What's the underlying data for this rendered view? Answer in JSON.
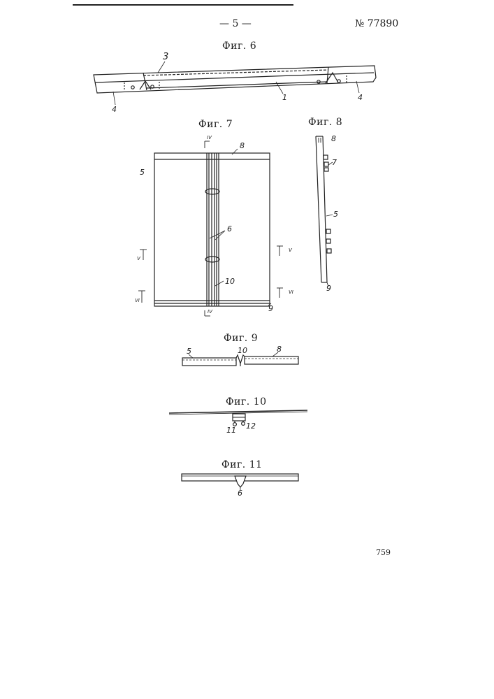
{
  "header": {
    "page_number": "— 5 —",
    "patent_number": "№ 77890"
  },
  "footer": {
    "page_code": "759"
  },
  "figures": {
    "fig6": {
      "caption": "Фиг. 6",
      "labels": {
        "l3": "3",
        "l4a": "4",
        "l1": "1",
        "l4b": "4"
      }
    },
    "fig7": {
      "caption": "Фиг. 7",
      "labels": {
        "l5": "5",
        "l8": "8",
        "l6": "6",
        "l10": "10",
        "l9": "9",
        "sec_iv_top": "IV",
        "sec_iv_bot": "IV",
        "sec_v_left": "V",
        "sec_v_right": "V",
        "sec_vi_left": "VI",
        "sec_vi_right": "VI"
      }
    },
    "fig8": {
      "caption": "Фиг. 8",
      "labels": {
        "l8": "8",
        "l7": "7",
        "l5": "5",
        "l9": "9"
      }
    },
    "fig9": {
      "caption": "Фиг. 9",
      "labels": {
        "l5": "5",
        "l10": "10",
        "l8": "8"
      }
    },
    "fig10": {
      "caption": "Фиг. 10",
      "labels": {
        "l11": "11",
        "l12": "12"
      }
    },
    "fig11": {
      "caption": "Фиг. 11",
      "labels": {
        "l6": "6"
      }
    }
  }
}
